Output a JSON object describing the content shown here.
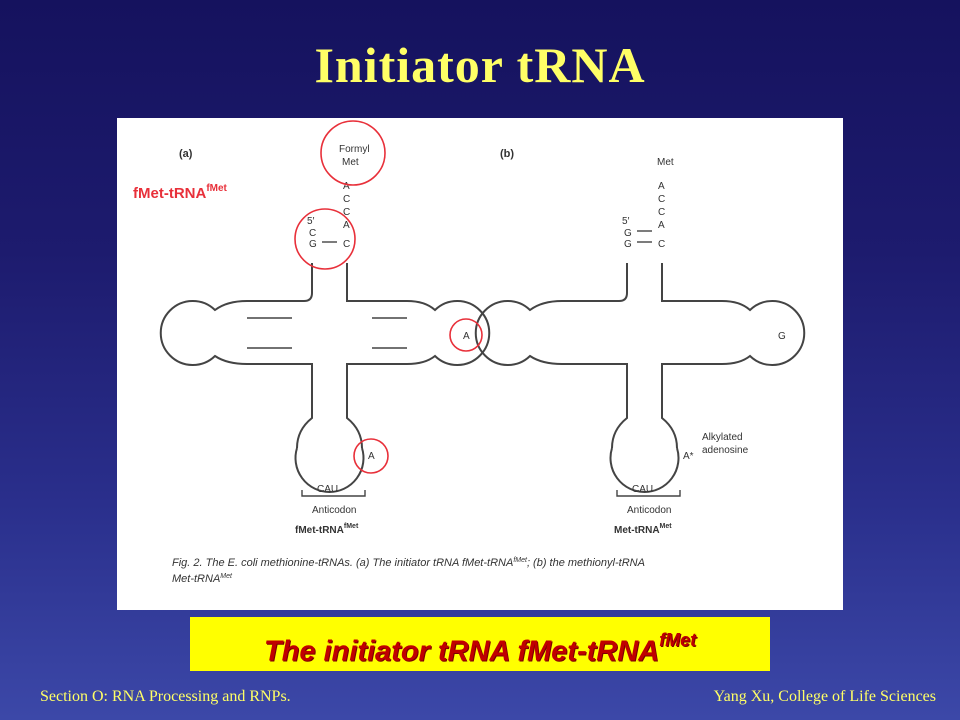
{
  "slide": {
    "title": "Initiator tRNA",
    "banner_main": "The initiator tRNA fMet-tRNA",
    "banner_sup": "fMet",
    "footer_left": "Section O: RNA Processing and RNPs.",
    "footer_right": "Yang Xu, College of Life Sciences"
  },
  "figure": {
    "panel_a": {
      "label": "(a)",
      "amino_acid_top": "Formyl",
      "amino_acid_bottom": "Met",
      "acceptor_3prime": [
        "A",
        "C",
        "C",
        "A"
      ],
      "acceptor_3prime_pair": "C",
      "five_prime": "5′",
      "five_prime_bases": [
        "C",
        "G"
      ],
      "d_loop_base": "A",
      "anticodon_stem_base": "A",
      "anticodon": "CAU",
      "anticodon_label": "Anticodon",
      "name_main": "fMet-tRNA",
      "name_sup": "fMet",
      "red_label_main": "fMet-tRNA",
      "red_label_sup": "fMet"
    },
    "panel_b": {
      "label": "(b)",
      "amino_acid": "Met",
      "acceptor_3prime": [
        "A",
        "C",
        "C",
        "A"
      ],
      "acceptor_3prime_pair": "C",
      "five_prime": "5′",
      "five_prime_bases": [
        "G",
        "G"
      ],
      "d_loop_base": "G",
      "anticodon_stem_base": "A*",
      "alkylated_line1": "Alkylated",
      "alkylated_line2": "adenosine",
      "anticodon": "CAU",
      "anticodon_label": "Anticodon",
      "name_main": "Met-tRNA",
      "name_sup": "Met"
    },
    "caption_line1_a": "Fig. 2.  The E. coli methionine-tRNAs. (a) The initiator tRNA fMet-tRNA",
    "caption_line1_sup": "fMet",
    "caption_line1_b": "; (b) the methionyl-tRNA",
    "caption_line2": "Met-tRNA",
    "caption_line2_sup": "Met"
  },
  "colors": {
    "title": "#ffff66",
    "banner_bg": "#ffff00",
    "banner_text": "#c00000",
    "highlight_circle": "#e8303a",
    "red_label": "#e8303a"
  }
}
